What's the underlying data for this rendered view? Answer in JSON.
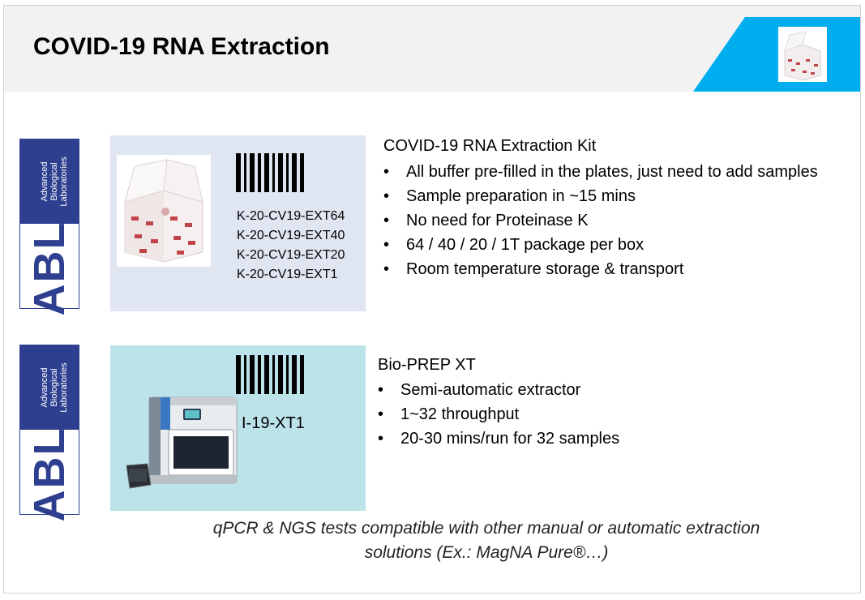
{
  "header": {
    "title": "COVID-19 RNA Extraction"
  },
  "brand": {
    "logo_main": "ABL",
    "logo_sub_line1": "Advanced",
    "logo_sub_line2": "Biological",
    "logo_sub_line3": "Laboratories",
    "navy": "#2e3f8f",
    "accent_blue": "#00aeef"
  },
  "kit": {
    "title": "COVID-19 RNA Extraction Kit",
    "codes": [
      "K-20-CV19-EXT64",
      "K-20-CV19-EXT40",
      "K-20-CV19-EXT20",
      "K-20-CV19-EXT1"
    ],
    "bullets": [
      "All buffer pre-filled in the plates, just need to add samples",
      "Sample preparation in ~15 mins",
      "No need for Proteinase K",
      "64 / 40 / 20 / 1T package per box",
      "Room temperature storage & transport"
    ]
  },
  "instrument": {
    "title": "Bio-PREP XT",
    "code": "I-19-XT1",
    "bullets": [
      "Semi-automatic extractor",
      "1~32 throughput",
      "20-30 mins/run for 32 samples"
    ]
  },
  "footer": {
    "note_line1": "qPCR & NGS tests compatible with other manual or automatic extraction",
    "note_line2": "solutions (Ex.: MagNA Pure®…)"
  }
}
